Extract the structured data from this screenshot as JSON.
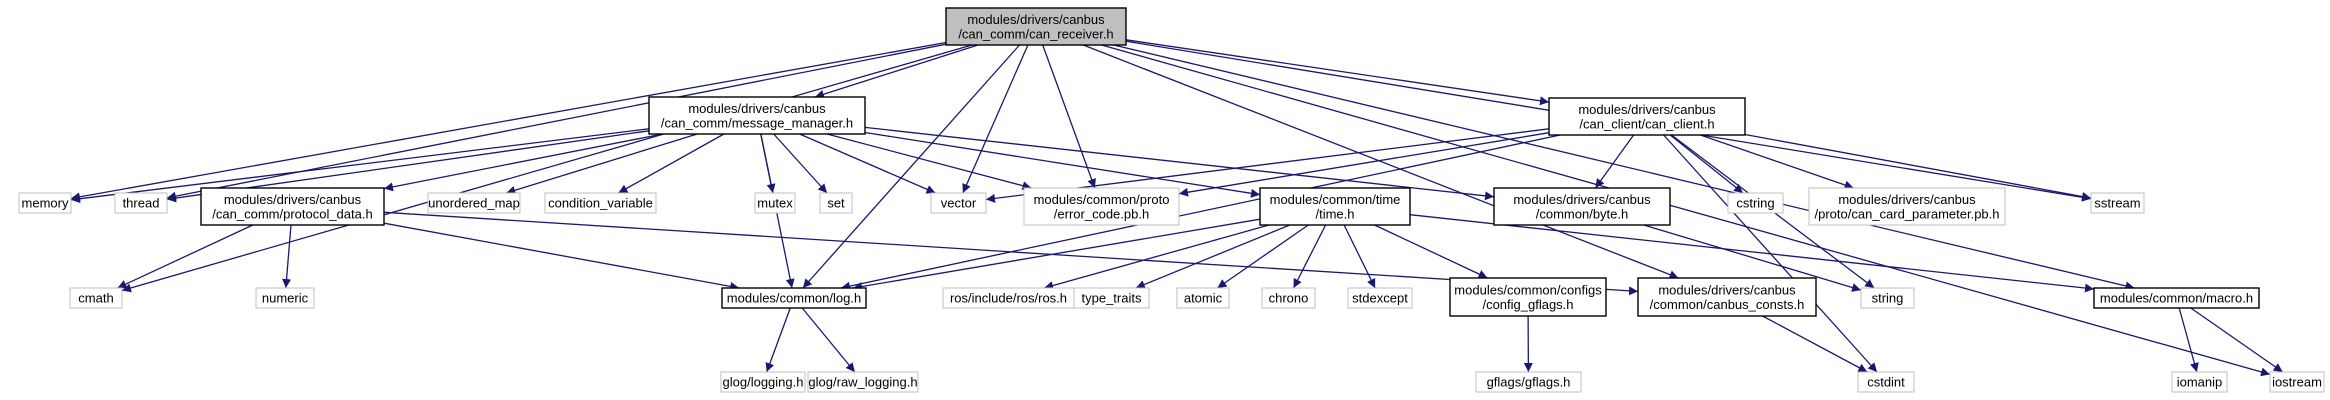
{
  "graph": {
    "nodes": [
      {
        "id": "can_receiver",
        "lines": [
          "modules/drivers/canbus",
          "/can_comm/can_receiver.h"
        ],
        "kind": "focus"
      },
      {
        "id": "message_manager",
        "lines": [
          "modules/drivers/canbus",
          "/can_comm/message_manager.h"
        ],
        "kind": "doc"
      },
      {
        "id": "can_client",
        "lines": [
          "modules/drivers/canbus",
          "/can_client/can_client.h"
        ],
        "kind": "doc"
      },
      {
        "id": "protocol_data",
        "lines": [
          "modules/drivers/canbus",
          "/can_comm/protocol_data.h"
        ],
        "kind": "doc"
      },
      {
        "id": "time",
        "lines": [
          "modules/common/time",
          "/time.h"
        ],
        "kind": "doc"
      },
      {
        "id": "byte",
        "lines": [
          "modules/drivers/canbus",
          "/common/byte.h"
        ],
        "kind": "doc"
      },
      {
        "id": "log",
        "lines": [
          "modules/common/log.h"
        ],
        "kind": "doc"
      },
      {
        "id": "config_gflags",
        "lines": [
          "modules/common/configs",
          "/config_gflags.h"
        ],
        "kind": "doc"
      },
      {
        "id": "canbus_consts",
        "lines": [
          "modules/drivers/canbus",
          "/common/canbus_consts.h"
        ],
        "kind": "doc"
      },
      {
        "id": "macro",
        "lines": [
          "modules/common/macro.h"
        ],
        "kind": "doc"
      },
      {
        "id": "memory",
        "lines": [
          "memory"
        ],
        "kind": "sys"
      },
      {
        "id": "thread",
        "lines": [
          "thread"
        ],
        "kind": "sys"
      },
      {
        "id": "unordered_map",
        "lines": [
          "unordered_map"
        ],
        "kind": "sys"
      },
      {
        "id": "condition_variable",
        "lines": [
          "condition_variable"
        ],
        "kind": "sys"
      },
      {
        "id": "mutex",
        "lines": [
          "mutex"
        ],
        "kind": "sys"
      },
      {
        "id": "set",
        "lines": [
          "set"
        ],
        "kind": "sys"
      },
      {
        "id": "vector",
        "lines": [
          "vector"
        ],
        "kind": "sys"
      },
      {
        "id": "error_code",
        "lines": [
          "modules/common/proto",
          "/error_code.pb.h"
        ],
        "kind": "sys"
      },
      {
        "id": "cstring",
        "lines": [
          "cstring"
        ],
        "kind": "sys"
      },
      {
        "id": "can_card_parameter",
        "lines": [
          "modules/drivers/canbus",
          "/proto/can_card_parameter.pb.h"
        ],
        "kind": "sys"
      },
      {
        "id": "sstream",
        "lines": [
          "sstream"
        ],
        "kind": "sys"
      },
      {
        "id": "cmath",
        "lines": [
          "cmath"
        ],
        "kind": "sys"
      },
      {
        "id": "numeric",
        "lines": [
          "numeric"
        ],
        "kind": "sys"
      },
      {
        "id": "ros",
        "lines": [
          "ros/include/ros/ros.h"
        ],
        "kind": "sys"
      },
      {
        "id": "type_traits",
        "lines": [
          "type_traits"
        ],
        "kind": "sys"
      },
      {
        "id": "atomic",
        "lines": [
          "atomic"
        ],
        "kind": "sys"
      },
      {
        "id": "chrono",
        "lines": [
          "chrono"
        ],
        "kind": "sys"
      },
      {
        "id": "stdexcept",
        "lines": [
          "stdexcept"
        ],
        "kind": "sys"
      },
      {
        "id": "string",
        "lines": [
          "string"
        ],
        "kind": "sys"
      },
      {
        "id": "glog_logging",
        "lines": [
          "glog/logging.h"
        ],
        "kind": "sys"
      },
      {
        "id": "glog_raw",
        "lines": [
          "glog/raw_logging.h"
        ],
        "kind": "sys"
      },
      {
        "id": "gflags",
        "lines": [
          "gflags/gflags.h"
        ],
        "kind": "sys"
      },
      {
        "id": "cstdint",
        "lines": [
          "cstdint"
        ],
        "kind": "sys"
      },
      {
        "id": "iomanip",
        "lines": [
          "iomanip"
        ],
        "kind": "sys"
      },
      {
        "id": "iostream",
        "lines": [
          "iostream"
        ],
        "kind": "sys"
      }
    ],
    "edges": [
      [
        "can_receiver",
        "message_manager"
      ],
      [
        "can_receiver",
        "can_client"
      ],
      [
        "can_receiver",
        "memory"
      ],
      [
        "can_receiver",
        "thread"
      ],
      [
        "can_receiver",
        "cmath"
      ],
      [
        "can_receiver",
        "log"
      ],
      [
        "can_receiver",
        "vector"
      ],
      [
        "can_receiver",
        "error_code"
      ],
      [
        "can_receiver",
        "canbus_consts"
      ],
      [
        "can_receiver",
        "macro"
      ],
      [
        "can_receiver",
        "sstream"
      ],
      [
        "can_receiver",
        "iostream"
      ],
      [
        "message_manager",
        "memory"
      ],
      [
        "message_manager",
        "thread"
      ],
      [
        "message_manager",
        "protocol_data"
      ],
      [
        "message_manager",
        "unordered_map"
      ],
      [
        "message_manager",
        "condition_variable"
      ],
      [
        "message_manager",
        "mutex"
      ],
      [
        "message_manager",
        "set"
      ],
      [
        "message_manager",
        "vector"
      ],
      [
        "message_manager",
        "error_code"
      ],
      [
        "message_manager",
        "time"
      ],
      [
        "message_manager",
        "byte"
      ],
      [
        "message_manager",
        "log"
      ],
      [
        "can_client",
        "vector"
      ],
      [
        "can_client",
        "error_code"
      ],
      [
        "can_client",
        "byte"
      ],
      [
        "can_client",
        "cstring"
      ],
      [
        "can_client",
        "can_card_parameter"
      ],
      [
        "can_client",
        "sstream"
      ],
      [
        "can_client",
        "string"
      ],
      [
        "can_client",
        "cstdint"
      ],
      [
        "can_client",
        "log"
      ],
      [
        "protocol_data",
        "cmath"
      ],
      [
        "protocol_data",
        "numeric"
      ],
      [
        "protocol_data",
        "log"
      ],
      [
        "protocol_data",
        "canbus_consts"
      ],
      [
        "time",
        "log"
      ],
      [
        "time",
        "ros"
      ],
      [
        "time",
        "type_traits"
      ],
      [
        "time",
        "atomic"
      ],
      [
        "time",
        "chrono"
      ],
      [
        "time",
        "stdexcept"
      ],
      [
        "time",
        "config_gflags"
      ],
      [
        "time",
        "macro"
      ],
      [
        "byte",
        "string"
      ],
      [
        "log",
        "glog_logging"
      ],
      [
        "log",
        "glog_raw"
      ],
      [
        "config_gflags",
        "gflags"
      ],
      [
        "canbus_consts",
        "cstdint"
      ],
      [
        "macro",
        "iomanip"
      ],
      [
        "macro",
        "iostream"
      ]
    ]
  }
}
